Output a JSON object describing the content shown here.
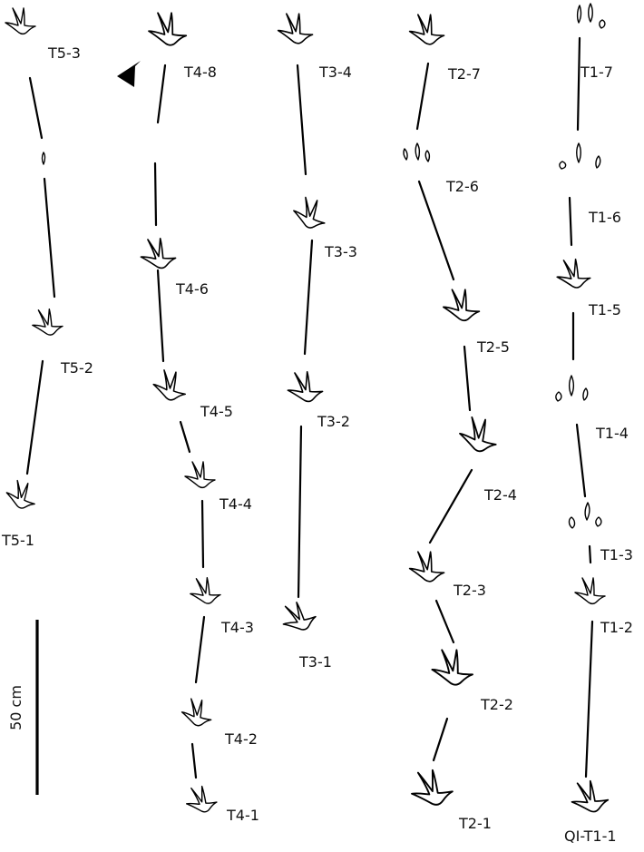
{
  "scale_bar": {
    "label": "50 cm"
  },
  "trackways": [
    {
      "id": "T5",
      "prints": [
        {
          "label": "T5-3"
        },
        {
          "label": ""
        },
        {
          "label": "T5-2"
        },
        {
          "label": "T5-1"
        }
      ]
    },
    {
      "id": "T4",
      "prints": [
        {
          "label": "T4-8"
        },
        {
          "label": "T4-6"
        },
        {
          "label": "T4-5"
        },
        {
          "label": "T4-4"
        },
        {
          "label": "T4-3"
        },
        {
          "label": "T4-2"
        },
        {
          "label": "T4-1"
        }
      ]
    },
    {
      "id": "T3",
      "prints": [
        {
          "label": "T3-4"
        },
        {
          "label": "T3-3"
        },
        {
          "label": "T3-2"
        },
        {
          "label": "T3-1"
        }
      ]
    },
    {
      "id": "T2",
      "prints": [
        {
          "label": "T2-7"
        },
        {
          "label": "T2-6"
        },
        {
          "label": "T2-5"
        },
        {
          "label": "T2-4"
        },
        {
          "label": "T2-3"
        },
        {
          "label": "T2-2"
        },
        {
          "label": "T2-1"
        }
      ]
    },
    {
      "id": "T1",
      "prints": [
        {
          "label": "T1-7"
        },
        {
          "label": "T1-6"
        },
        {
          "label": "T1-5"
        },
        {
          "label": "T1-4"
        },
        {
          "label": "T1-3"
        },
        {
          "label": "T1-2"
        },
        {
          "label": "QI-T1-1"
        }
      ]
    }
  ]
}
